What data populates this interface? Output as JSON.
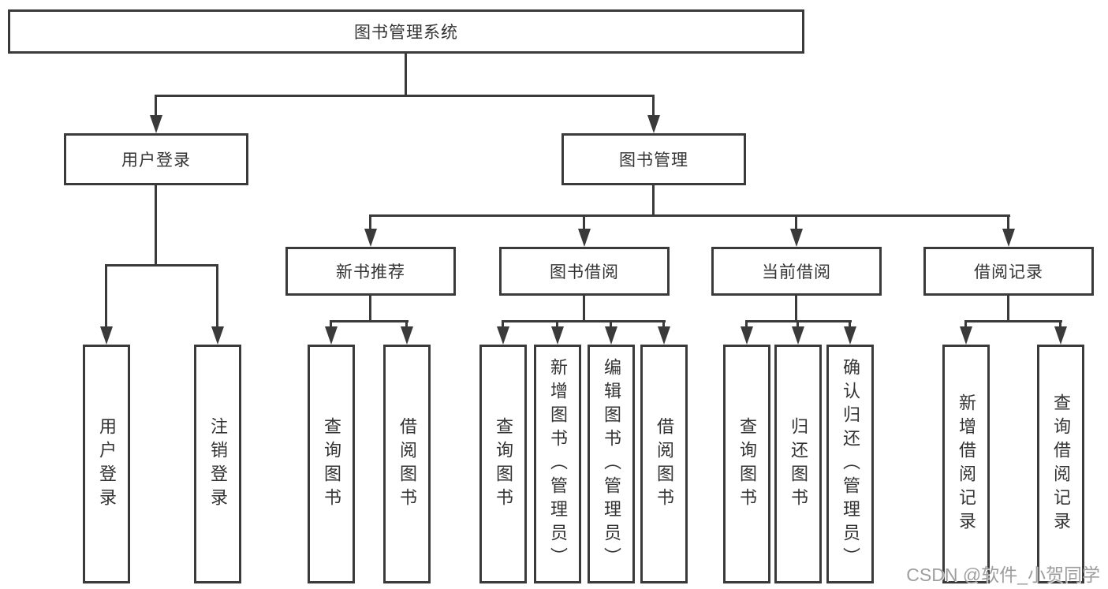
{
  "root": {
    "label": "图书管理系统"
  },
  "level2": [
    {
      "id": "user-login",
      "label": "用户登录"
    },
    {
      "id": "book-management",
      "label": "图书管理"
    }
  ],
  "level3": [
    {
      "id": "new-book-recommend",
      "label": "新书推荐"
    },
    {
      "id": "book-borrow",
      "label": "图书借阅"
    },
    {
      "id": "current-borrow",
      "label": "当前借阅"
    },
    {
      "id": "borrow-records",
      "label": "借阅记录"
    }
  ],
  "leaves": [
    {
      "parent": "user-login",
      "label": "用户登录"
    },
    {
      "parent": "user-login",
      "label": "注销登录"
    },
    {
      "parent": "new-book-recommend",
      "label": "查询图书"
    },
    {
      "parent": "new-book-recommend",
      "label": "借阅图书"
    },
    {
      "parent": "book-borrow",
      "label": "查询图书"
    },
    {
      "parent": "book-borrow",
      "label": "新增图书（管理员）"
    },
    {
      "parent": "book-borrow",
      "label": "编辑图书（管理员）"
    },
    {
      "parent": "book-borrow",
      "label": "借阅图书"
    },
    {
      "parent": "current-borrow",
      "label": "查询图书"
    },
    {
      "parent": "current-borrow",
      "label": "归还图书"
    },
    {
      "parent": "current-borrow",
      "label": "确认归还（管理员）"
    },
    {
      "parent": "borrow-records",
      "label": "新增借阅记录"
    },
    {
      "parent": "borrow-records",
      "label": "查询借阅记录"
    }
  ],
  "watermark": "CSDN @软件_小贺同学",
  "colors": {
    "line": "#3a3a3a",
    "text": "#333333",
    "watermark": "#9e9e9e",
    "background": "#ffffff"
  }
}
